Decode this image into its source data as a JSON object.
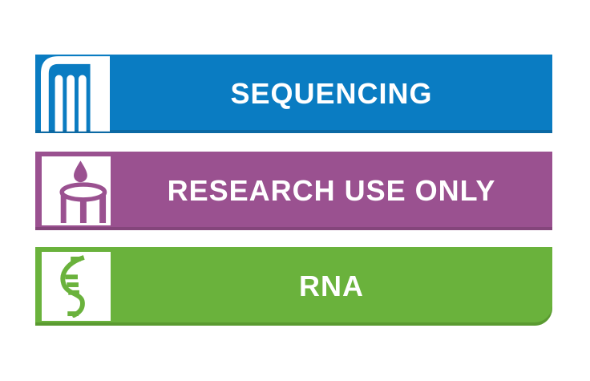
{
  "page": {
    "background": "#ffffff"
  },
  "banners": [
    {
      "label": "SEQUENCING",
      "color": "#0a7cc2",
      "edge_color": "#0b69a4",
      "text_color": "#ffffff",
      "icon": "flow-cell-icon"
    },
    {
      "label": "RESEARCH USE ONLY",
      "color": "#9a5190",
      "edge_color": "#84457b",
      "text_color": "#ffffff",
      "icon": "droplet-dish-icon"
    },
    {
      "label": "RNA",
      "color": "#6ab23c",
      "edge_color": "#5a9a31",
      "text_color": "#ffffff",
      "icon": "rna-strand-icon"
    }
  ]
}
